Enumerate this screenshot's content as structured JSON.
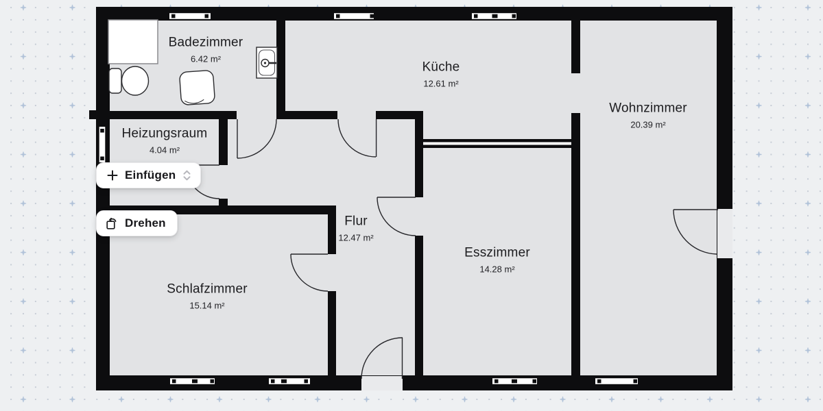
{
  "app": {
    "view": "floor-plan-editor-canvas"
  },
  "toolbar": {
    "insert_button": {
      "label": "Einfügen",
      "leading_icon": "plus-icon",
      "trailing_icon": "chevron-up-down-icon"
    },
    "rotate_button": {
      "label": "Drehen",
      "leading_icon": "rotate-icon"
    }
  },
  "rooms": [
    {
      "id": "badezimmer",
      "name": "Badezimmer",
      "area": "6.42 m²"
    },
    {
      "id": "kueche",
      "name": "Küche",
      "area": "12.61 m²"
    },
    {
      "id": "wohnzimmer",
      "name": "Wohnzimmer",
      "area": "20.39 m²"
    },
    {
      "id": "heizungsraum",
      "name": "Heizungsraum",
      "area": "4.04 m²"
    },
    {
      "id": "flur",
      "name": "Flur",
      "area": "12.47 m²"
    },
    {
      "id": "esszimmer",
      "name": "Esszimmer",
      "area": "14.28 m²"
    },
    {
      "id": "schlafzimmer",
      "name": "Schlafzimmer",
      "area": "15.14 m²"
    }
  ],
  "fixtures": [
    "shower",
    "toilet",
    "rug",
    "sink"
  ],
  "icons": [
    {
      "name": "plus-icon",
      "glyph": "+"
    },
    {
      "name": "chevron-up-down-icon",
      "glyph": "⌃⌄"
    },
    {
      "name": "rotate-icon",
      "glyph": "⟳"
    }
  ],
  "colors": {
    "wall": "#0d0d0f",
    "room_fill": "#e2e3e5",
    "canvas_bg": "#eef0f2",
    "grid_cross": "#b2c3d9",
    "grid_dot": "#c7cdd6",
    "window_fill": "#ffffff",
    "button_bg": "#ffffff",
    "text": "#1c1c1f",
    "chevron_gray": "#b7b7bc"
  }
}
